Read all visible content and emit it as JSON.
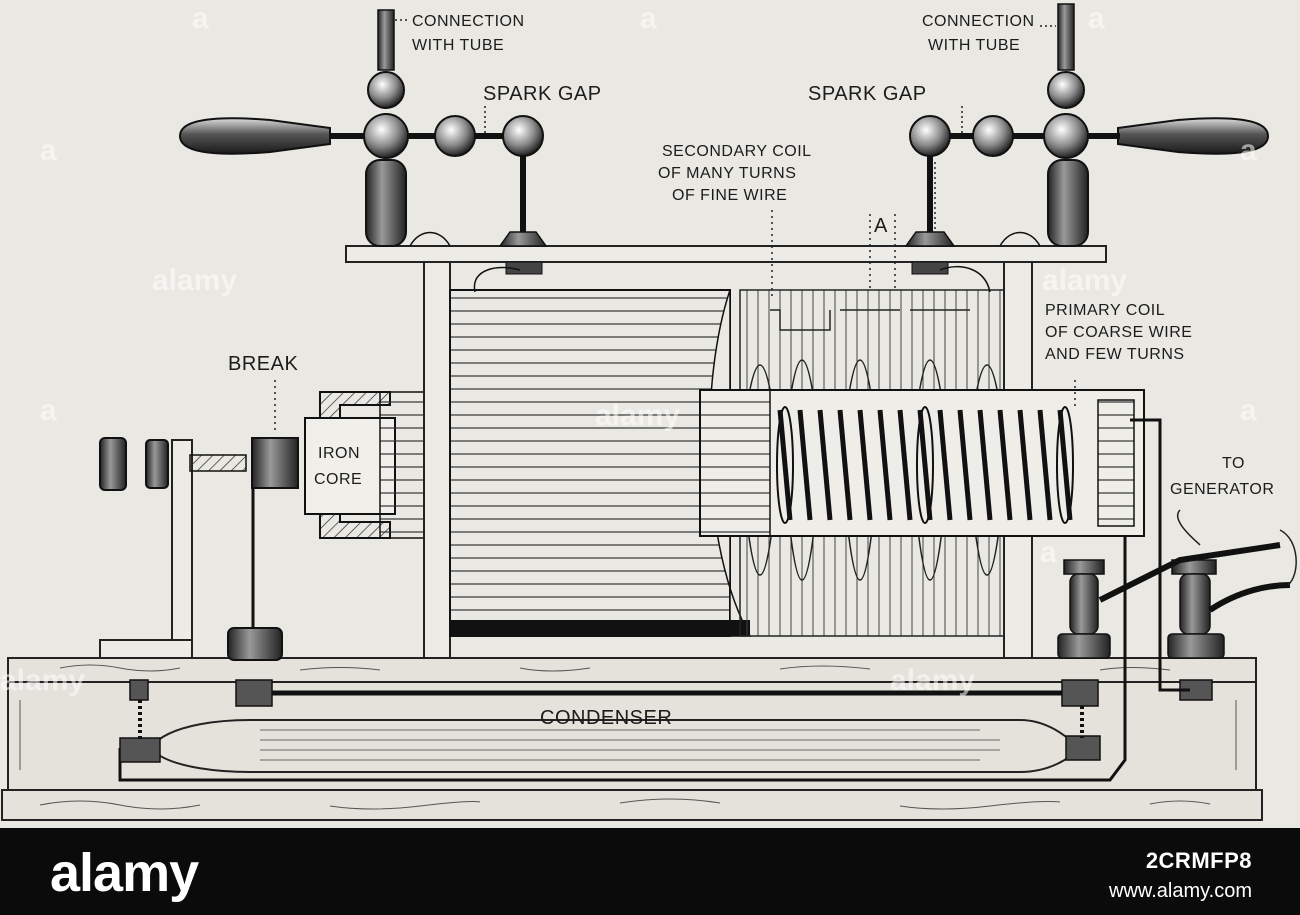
{
  "labels": {
    "connection_left_1": "CONNECTION",
    "connection_left_2": "WITH TUBE",
    "connection_right_1": "CONNECTION",
    "connection_right_2": "WITH TUBE",
    "spark_gap_left": "SPARK GAP",
    "spark_gap_right": "SPARK GAP",
    "secondary_1": "SECONDARY COIL",
    "secondary_2": "OF MANY TURNS",
    "secondary_3": "OF FINE WIRE",
    "point_a": "A",
    "primary_1": "PRIMARY COIL",
    "primary_2": "OF COARSE WIRE",
    "primary_3": "AND FEW TURNS",
    "break": "BREAK",
    "iron_1": "IRON",
    "iron_2": "CORE",
    "to_gen_1": "TO",
    "to_gen_2": "GENERATOR",
    "condenser": "CONDENSER"
  },
  "watermark": {
    "text": "alamy",
    "corner_mark": "a"
  },
  "footer": {
    "brand": "alamy",
    "image_id": "2CRMFP8",
    "site": "www.alamy.com"
  },
  "colors": {
    "paper": "#e9e8e2",
    "ink": "#1c1c1c",
    "bar": "#0b0b0b"
  }
}
